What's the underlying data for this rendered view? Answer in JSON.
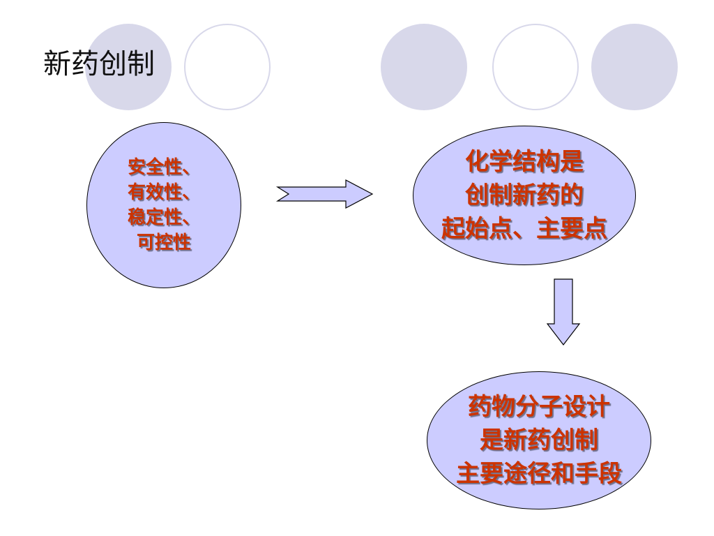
{
  "slide": {
    "title": "新药创制"
  },
  "nodes": {
    "left": "安全性、\n有效性、\n稳定性、\n  可控性",
    "top": "化学结构是\n创制新药的\n起始点、主要点",
    "bottom": "药物分子设计\n是新药创制\n主要途径和手段"
  },
  "colors": {
    "node_fill": "#ccccff",
    "node_text": "#cc3300",
    "arrow_fill": "#ccccff",
    "decor_circle": "#d8d8ea"
  }
}
